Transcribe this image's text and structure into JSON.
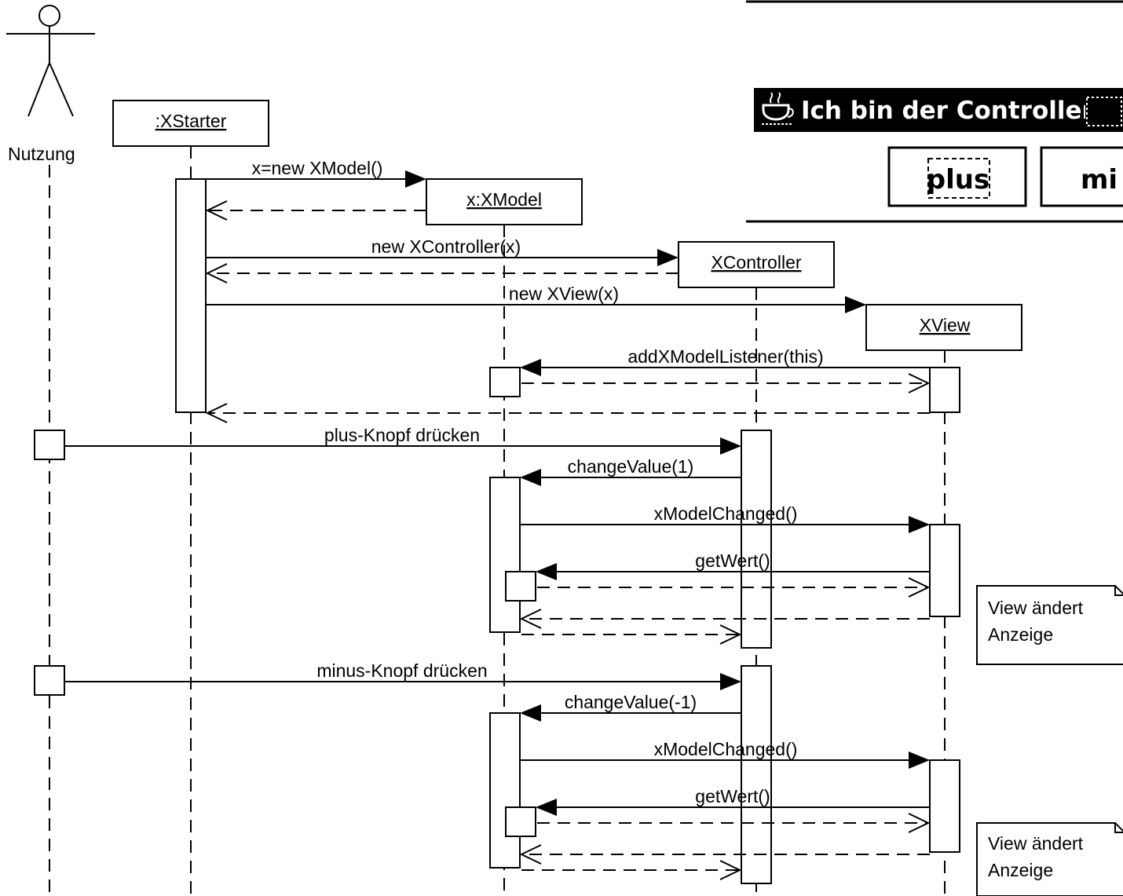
{
  "actor": {
    "label": "Nutzung"
  },
  "objects": {
    "starter": ":XStarter",
    "model": "x:XModel",
    "controller": "XController",
    "view": "XView"
  },
  "messages": {
    "create_model": "x=new XModel()",
    "create_controller": "new XController(x)",
    "create_view": "new XView(x)",
    "add_listener": "addXModelListener(this)",
    "plus_press": "plus-Knopf drücken",
    "change_value_plus": "changeValue(1)",
    "model_changed_1": "xModelChanged()",
    "get_wert_1": "getWert()",
    "minus_press": "minus-Knopf drücken",
    "change_value_minus": "changeValue(-1)",
    "model_changed_2": "xModelChanged()",
    "get_wert_2": "getWert()"
  },
  "notes": [
    {
      "line1": "View ändert",
      "line2": "Anzeige"
    },
    {
      "line1": "View ändert",
      "line2": "Anzeige"
    }
  ],
  "gui_window": {
    "title": "Ich bin der Controller",
    "buttons": [
      "plus",
      "mi"
    ]
  },
  "colors": {
    "line": "#000000",
    "background": "#ffffff",
    "titlebar": "#000000"
  }
}
